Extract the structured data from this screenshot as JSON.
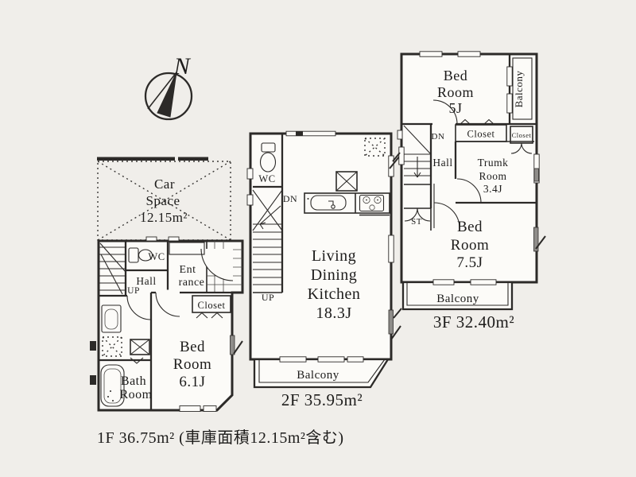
{
  "colors": {
    "background": "#f0eeea",
    "ink": "#2c2a28",
    "paper": "#fcfbf8",
    "window_gray": "#8f8d8a"
  },
  "compass": {
    "north": "N"
  },
  "floor1": {
    "car_space": {
      "line1": "Car",
      "line2": "Space",
      "line3": "12.15m²"
    },
    "wc": "WC",
    "hall": "Hall",
    "up": "UP",
    "entrance": {
      "line1": "Ent",
      "line2": "rance"
    },
    "closet": "Closet",
    "bedroom": {
      "line1": "Bed",
      "line2": "Room",
      "line3": "6.1J"
    },
    "bath": {
      "line1": "Bath",
      "line2": "Room"
    },
    "area_label": "1F 36.75m² (車庫面積12.15m²含む)"
  },
  "floor2": {
    "wc": "WC",
    "dn": "DN",
    "up": "UP",
    "ldk": {
      "line1": "Living",
      "line2": "Dining",
      "line3": "Kitchen",
      "line4": "18.3J"
    },
    "balcony": "Balcony",
    "area_label": "2F 35.95m²"
  },
  "floor3": {
    "bedroom5": {
      "line1": "Bed",
      "line2": "Room",
      "line3": "5J"
    },
    "balcony_side": "Balcony",
    "closet": "Closet",
    "closet_small": "Closet",
    "dn": "DN",
    "hall": "Hall",
    "st": "ST",
    "trunk": {
      "line1": "Trumk",
      "line2": "Room",
      "line3": "3.4J"
    },
    "bedroom7": {
      "line1": "Bed",
      "line2": "Room",
      "line3": "7.5J"
    },
    "balcony_bottom": "Balcony",
    "area_label": "3F 32.40m²"
  }
}
